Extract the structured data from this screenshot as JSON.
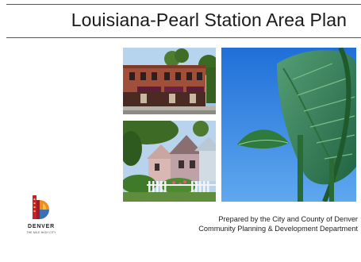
{
  "document": {
    "title": "Louisiana-Pearl Station Area Plan"
  },
  "images": [
    {
      "name": "photo-building",
      "description": "two-story brick storefront building with awnings"
    },
    {
      "name": "photo-houses",
      "description": "colorful Victorian houses with white picket fence"
    },
    {
      "name": "photo-sculpture",
      "description": "green leaf-shaped transit station sculpture"
    }
  ],
  "logo": {
    "name": "DENVER",
    "tagline": "THE MILE HIGH CITY"
  },
  "credits": {
    "line1": "Prepared by the City and County of Denver",
    "line2": "Community Planning & Development Department"
  }
}
